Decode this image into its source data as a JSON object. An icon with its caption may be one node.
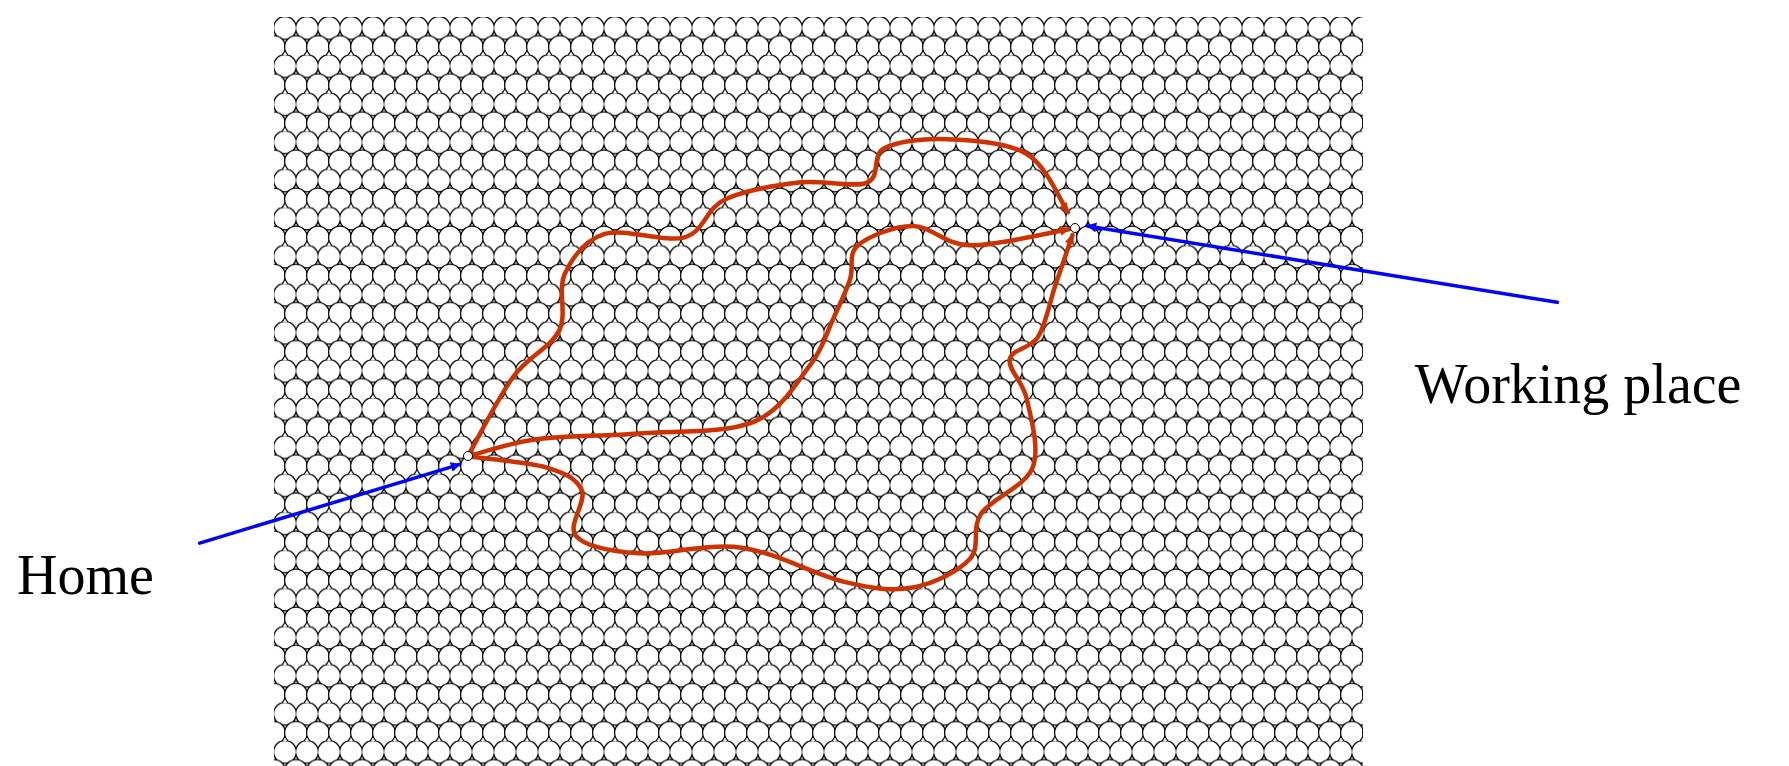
{
  "diagram": {
    "nodes": [
      {
        "text": [
          "Home"
        ]
      },
      {
        "text": [
          "Working place"
        ]
      },
      {
        "text": [],
        "shape": "circle"
      },
      {
        "text": [],
        "shape": "circle"
      }
    ],
    "edges": [
      {
        "from": 0,
        "to": 2,
        "arrow": "to",
        "color": "#0000ff"
      },
      {
        "from": 1,
        "to": 3,
        "arrow": "to",
        "color": "#0000ff"
      },
      {
        "from": 2,
        "to": 3,
        "arrow": "to"
      },
      {
        "from": 2,
        "to": 3,
        "arrow": "to"
      },
      {
        "from": 2,
        "to": 3,
        "arrow": "to"
      }
    ]
  }
}
